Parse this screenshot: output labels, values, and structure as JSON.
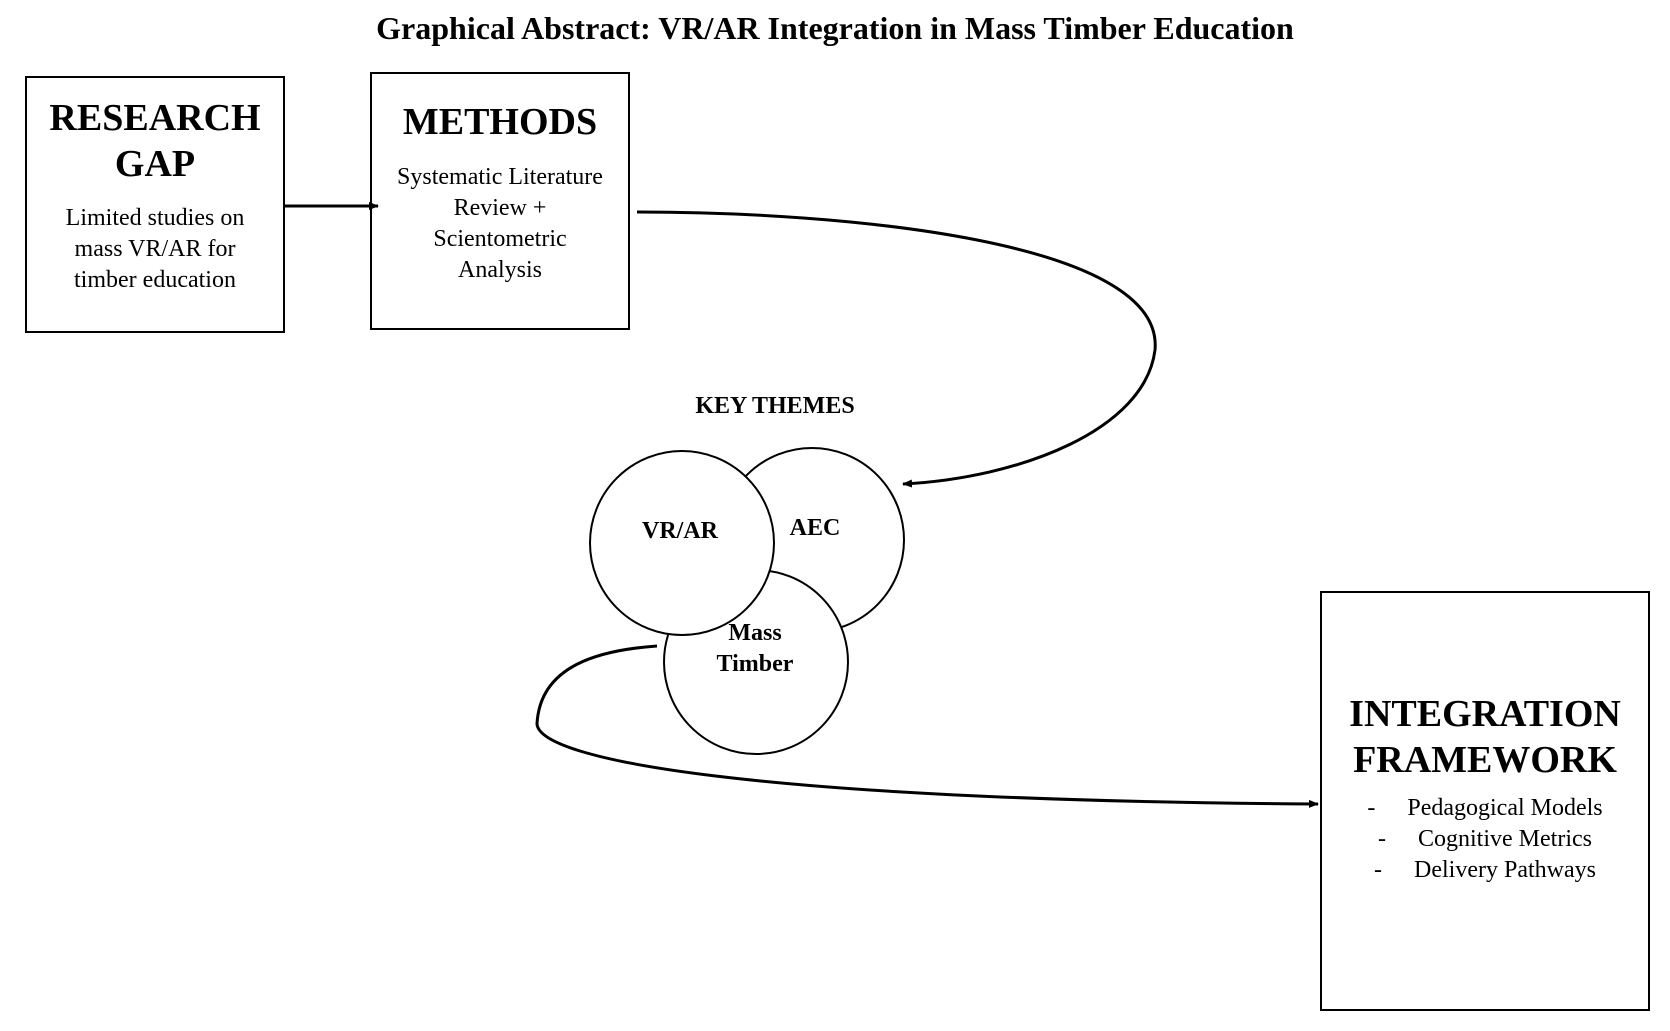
{
  "title": "Graphical Abstract: VR/AR Integration in Mass Timber Education",
  "research_gap": {
    "heading_line1": "RESEARCH",
    "heading_line2": "GAP",
    "body_line1": "Limited studies on",
    "body_line2": "mass VR/AR for",
    "body_line3": "timber education"
  },
  "methods": {
    "heading": "METHODS",
    "body_line1": "Systematic Literature",
    "body_line2": "Review +",
    "body_line3": "Scientometric",
    "body_line4": "Analysis"
  },
  "key_themes": {
    "label": "KEY THEMES",
    "circle_vrar": "VR/AR",
    "circle_aec": "AEC",
    "circle_mass_line1": "Mass",
    "circle_mass_line2": "Timber"
  },
  "framework": {
    "heading_line1": "INTEGRATION",
    "heading_line2": "FRAMEWORK",
    "bullet": "-",
    "items": [
      "Pedagogical Models",
      "Cognitive Metrics",
      "Delivery Pathways"
    ]
  }
}
